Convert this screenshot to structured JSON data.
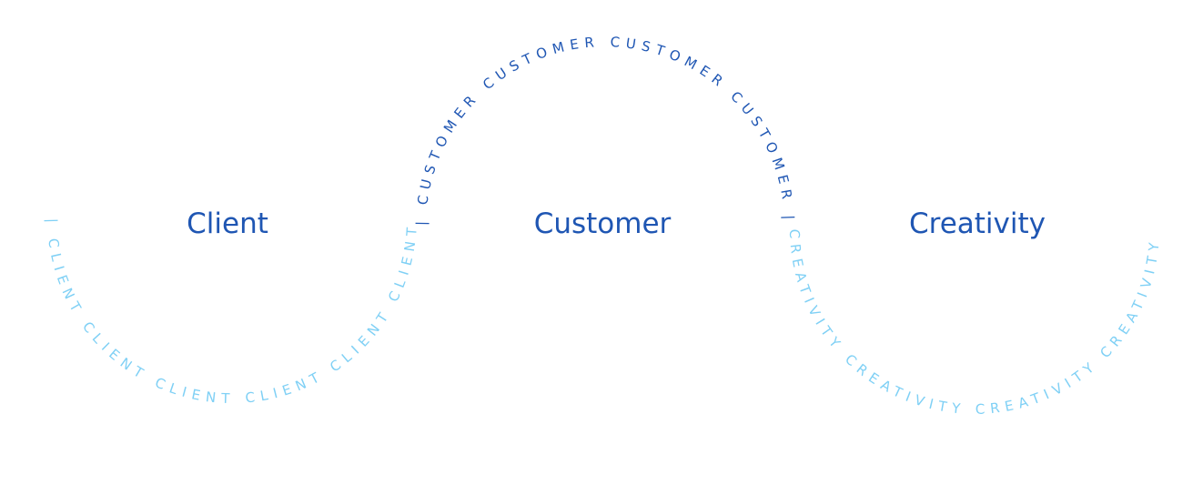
{
  "colors": {
    "dark": "#1f56b3",
    "light": "#7fd0f5"
  },
  "labels": {
    "client": "Client",
    "customer": "Customer",
    "creativity": "Creativity"
  },
  "arcs": {
    "client": "| CLIENT  CLIENT  CLIENT  CLIENT  CLIENT  CLIENT",
    "customer": "| CUSTOMER  CUSTOMER  CUSTOMER  CUSTOMER |",
    "creativity": "CREATIVITY  CREATIVITY  CREATIVITY  CREATIVITY"
  }
}
